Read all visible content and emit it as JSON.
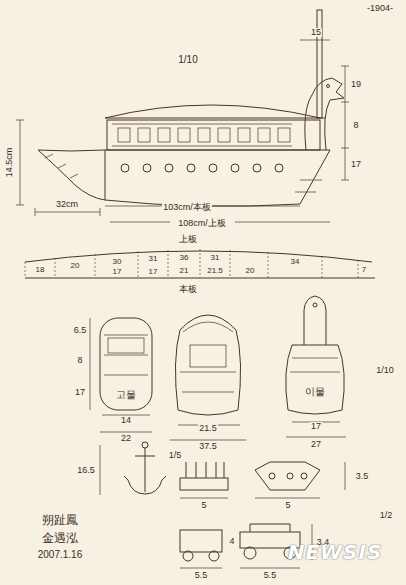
{
  "diagram": {
    "labels": [
      "-1904-",
      "1/10",
      "15",
      "19",
      "8",
      "17",
      "14.5cm",
      "32cm",
      "103cm/本板",
      "108cm/上板",
      "上板",
      "本板",
      "20",
      "30",
      "31",
      "36",
      "31",
      "34",
      "17",
      "17",
      "21",
      "21.5",
      "20",
      "18",
      "7",
      "6.5",
      "8",
      "17",
      "14",
      "22",
      "21.5",
      "37.5",
      "17",
      "27",
      "1/10",
      "고물",
      "이물",
      "16.5",
      "1/5",
      "5",
      "5",
      "3.5",
      "1/2",
      "5.5",
      "4",
      "3.4",
      "5.5",
      "朔趾鳳",
      "金遇泓",
      "2007.1.16",
      "NEWSIS"
    ]
  }
}
